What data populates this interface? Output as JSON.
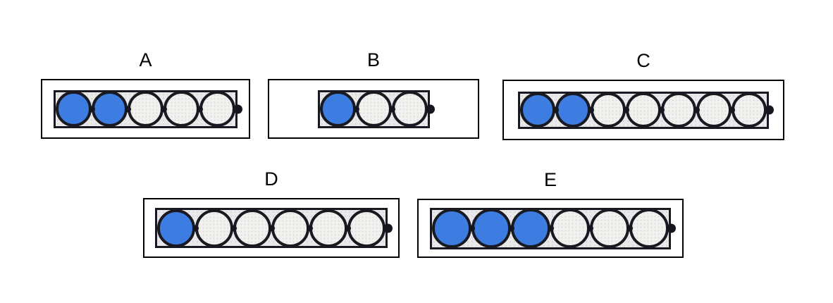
{
  "figure": {
    "type": "counter-strip-options",
    "options": [
      {
        "label": "A",
        "total_circles": 5,
        "filled_circles": 2
      },
      {
        "label": "B",
        "total_circles": 3,
        "filled_circles": 1
      },
      {
        "label": "C",
        "total_circles": 7,
        "filled_circles": 2
      },
      {
        "label": "D",
        "total_circles": 6,
        "filled_circles": 1
      },
      {
        "label": "E",
        "total_circles": 6,
        "filled_circles": 3
      }
    ]
  },
  "colors": {
    "page_background": "#ffffff",
    "filled_circle": "#3d7de2",
    "empty_circle": "#f1f1ef",
    "outline": "#191922",
    "strip_background": "#e9e9e9",
    "outer_box_border": "#000000",
    "junction_dot": "#16161e",
    "label_text": "#000000"
  }
}
